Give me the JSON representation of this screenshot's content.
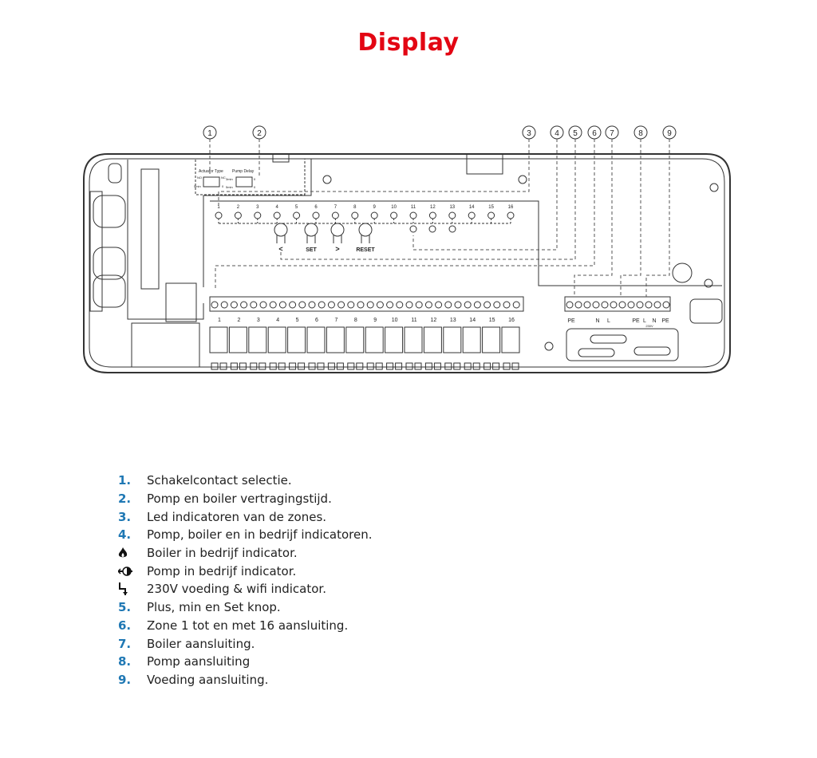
{
  "title": "Display",
  "callouts": [
    "1",
    "2",
    "3",
    "4",
    "5",
    "6",
    "7",
    "8",
    "9"
  ],
  "board": {
    "actuator_type": "Actuator Type",
    "pump_delay": "Pump Delay",
    "actuator_opts": [
      "NO",
      "NC",
      "5min",
      "0"
    ],
    "pump_opts": [
      "3min",
      "0",
      "5min",
      "0"
    ],
    "led_labels": [
      "1",
      "2",
      "3",
      "4",
      "5",
      "6",
      "7",
      "8",
      "9",
      "10",
      "11",
      "12",
      "13",
      "14",
      "15",
      "16"
    ],
    "buttons": [
      "<",
      "SET",
      ">",
      "RESET"
    ],
    "zone_labels": [
      "1",
      "2",
      "3",
      "4",
      "5",
      "6",
      "7",
      "8",
      "9",
      "10",
      "11",
      "12",
      "13",
      "14",
      "15",
      "16"
    ],
    "power_labels": [
      "PE",
      "N",
      "L",
      "PE",
      "L",
      "N",
      "PE"
    ],
    "voltage_label": "230V"
  },
  "legend": [
    {
      "marker": "1.",
      "text": "Schakelcontact selectie."
    },
    {
      "marker": "2.",
      "text": "Pomp en boiler vertragingstijd."
    },
    {
      "marker": "3.",
      "text": "Led indicatoren van de zones."
    },
    {
      "marker": "4.",
      "text": "Pomp, boiler en in bedrijf indicatoren."
    },
    {
      "icon": "flame-icon",
      "text": "Boiler in bedrijf indicator."
    },
    {
      "icon": "pump-icon",
      "text": "Pomp in bedrijf indicator."
    },
    {
      "icon": "power-icon",
      "text": "230V voeding & wifi indicator."
    },
    {
      "marker": "5.",
      "text": "Plus, min en Set knop."
    },
    {
      "marker": "6.",
      "text": "Zone 1 tot en met 16 aansluiting."
    },
    {
      "marker": "7.",
      "text": "Boiler aansluiting."
    },
    {
      "marker": "8.",
      "text": "Pomp aansluiting"
    },
    {
      "marker": "9.",
      "text": "Voeding aansluiting."
    }
  ],
  "colors": {
    "title": "#e30613",
    "numbers": "#1f78b4"
  }
}
